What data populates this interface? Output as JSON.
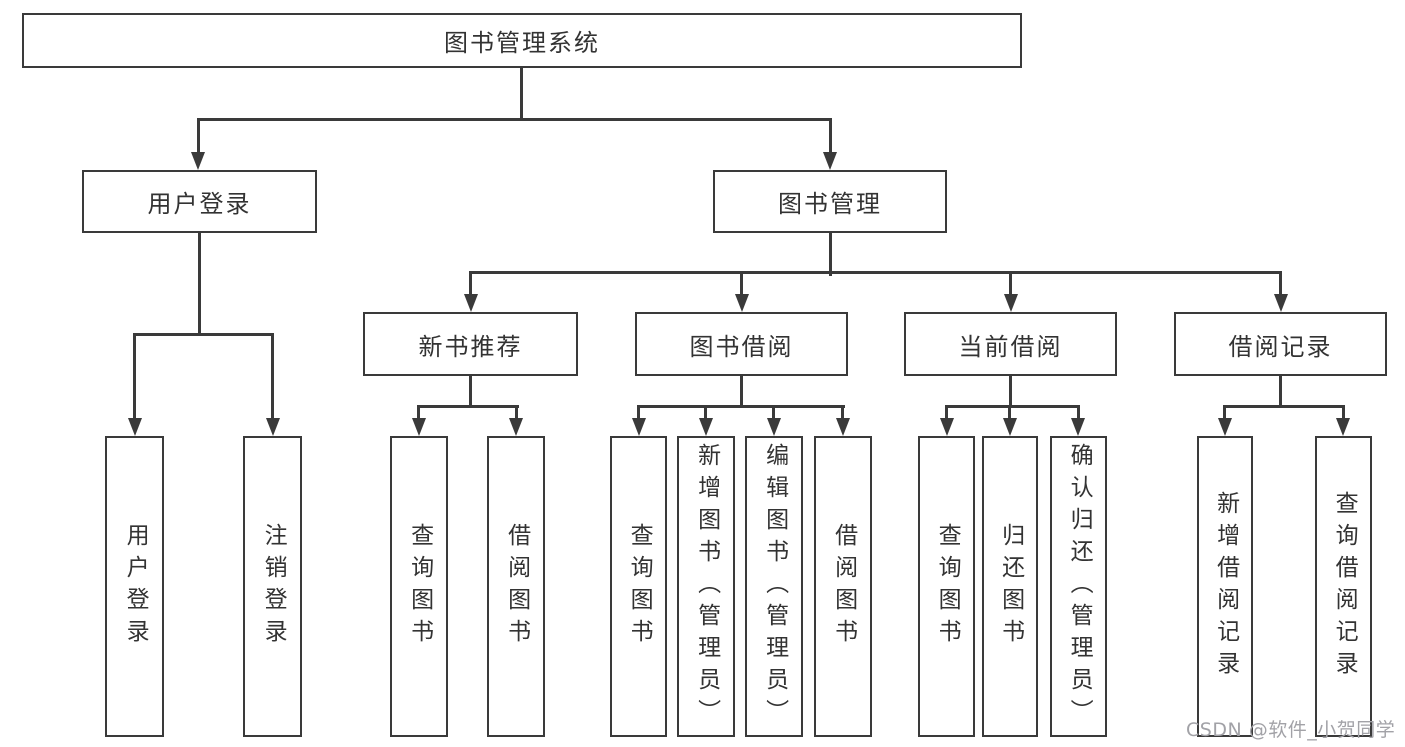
{
  "diagram_title": "图书管理系统",
  "tree": {
    "label": "图书管理系统",
    "children": [
      {
        "label": "用户登录",
        "children": [
          {
            "label": "用户登录"
          },
          {
            "label": "注销登录"
          }
        ]
      },
      {
        "label": "图书管理",
        "children": [
          {
            "label": "新书推荐",
            "children": [
              {
                "label": "查询图书"
              },
              {
                "label": "借阅图书"
              }
            ]
          },
          {
            "label": "图书借阅",
            "children": [
              {
                "label": "查询图书"
              },
              {
                "label": "新增图书（管理员）"
              },
              {
                "label": "编辑图书（管理员）"
              },
              {
                "label": "借阅图书"
              }
            ]
          },
          {
            "label": "当前借阅",
            "children": [
              {
                "label": "查询图书"
              },
              {
                "label": "归还图书"
              },
              {
                "label": "确认归还（管理员）"
              }
            ]
          },
          {
            "label": "借阅记录",
            "children": [
              {
                "label": "新增借阅记录"
              },
              {
                "label": "查询借阅记录"
              }
            ]
          }
        ]
      }
    ]
  },
  "watermark": "CSDN @软件_小贺同学",
  "colors": {
    "line": "#3a3a3a",
    "text": "#333333",
    "background": "#ffffff",
    "watermark": "#a2a2a7"
  }
}
